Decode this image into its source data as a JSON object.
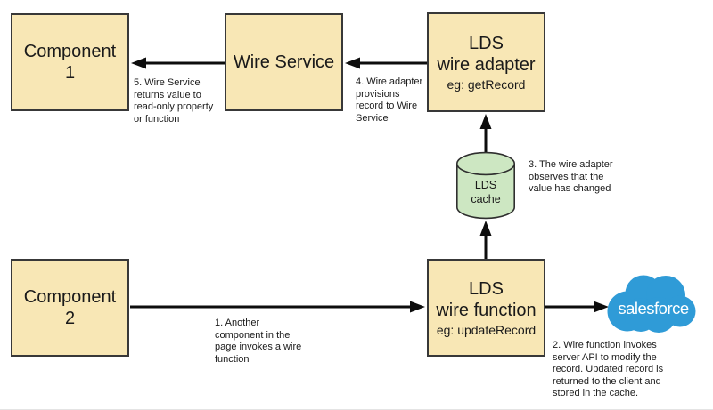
{
  "colors": {
    "box_fill": "#f8e7b5",
    "box_border": "#383838",
    "cylinder_fill": "#cde7c2",
    "cylinder_border": "#2f2f2f",
    "salesforce_blue": "#2f9bd7",
    "arrow": "#0d0d0d",
    "text": "#1a1a1a",
    "background": "#ffffff"
  },
  "boxes": {
    "component1": {
      "label": "Component\n1"
    },
    "wire_service": {
      "label": "Wire Service"
    },
    "lds_wire_adapter": {
      "label": "LDS\nwire adapter",
      "example": "eg: getRecord"
    },
    "component2": {
      "label": "Component\n2"
    },
    "lds_wire_function": {
      "label": "LDS\nwire function",
      "example": "eg: updateRecord"
    }
  },
  "cache": {
    "line1": "LDS",
    "line2": "cache"
  },
  "salesforce": {
    "label": "salesforce"
  },
  "notes": {
    "step1": "1. Another\ncomponent in the\npage invokes a wire\nfunction",
    "step2": "2. Wire function invokes\nserver API to modify the\nrecord. Updated record is\nreturned to the client and\nstored in the cache.",
    "step3": "3. The wire adapter\nobserves that the\nvalue has changed",
    "step4": "4. Wire adapter\nprovisions\nrecord to Wire\nService",
    "step5": "5. Wire Service\nreturns value to\nread-only property\nor function"
  }
}
